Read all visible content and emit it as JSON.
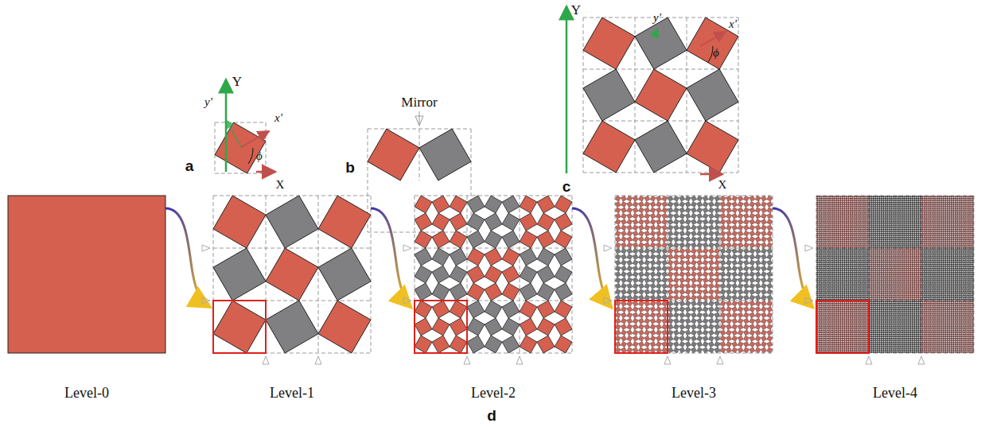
{
  "diagram": {
    "labels": [
      "y'",
      "Y",
      "x'",
      "a",
      "ϕ",
      "X",
      "Mirror",
      "b",
      "Y",
      "y'",
      "x'",
      "ϕ",
      "c",
      "X",
      "Level-0",
      "Level-1",
      "Level-2",
      "Level-3",
      "Level-4",
      "d"
    ]
  }
}
